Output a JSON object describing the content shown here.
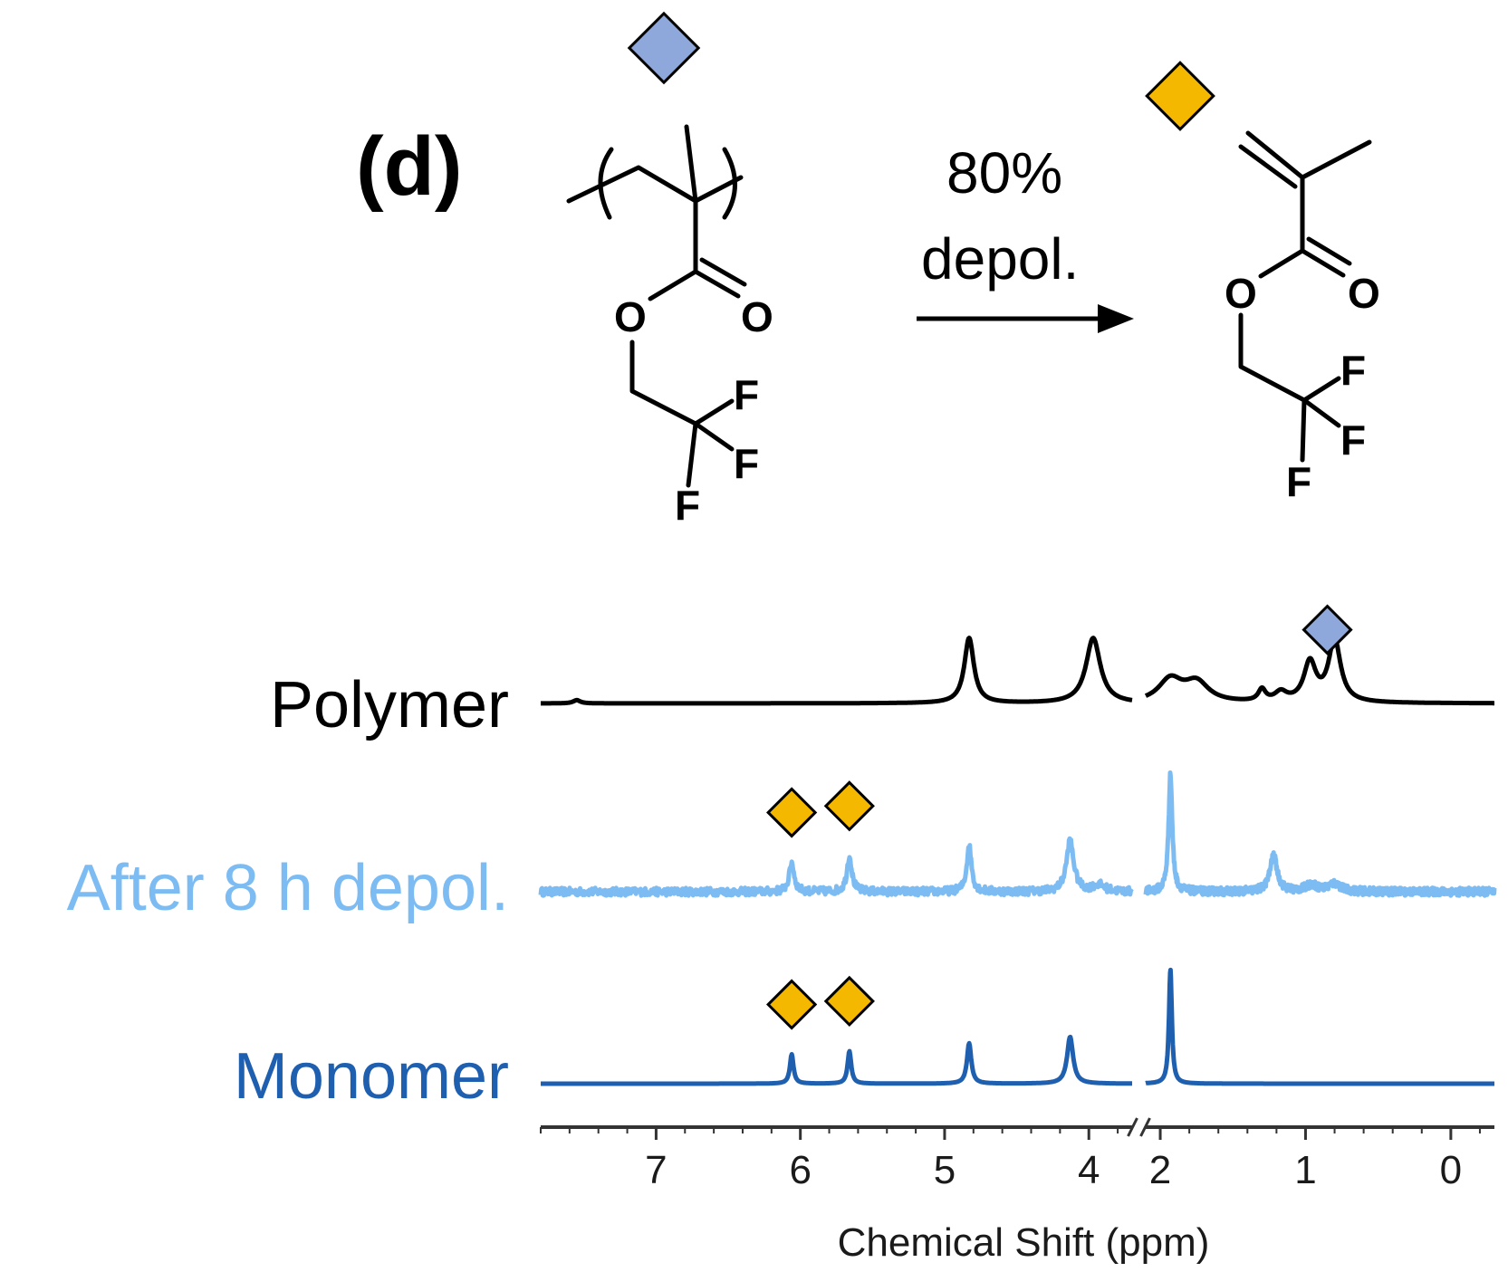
{
  "panel_label": "(d)",
  "scheme": {
    "arrow_text_line1": "80%",
    "arrow_text_line2": "depol.",
    "atom_O": "O",
    "atom_F": "F"
  },
  "colors": {
    "polymer_trace": "#000000",
    "depol_trace": "#7cbcf3",
    "monomer_trace": "#1f5fb0",
    "polymer_marker": "#8fa8dc",
    "monomer_marker": "#f5b800",
    "axis": "#333333"
  },
  "chart_data": {
    "type": "line",
    "title": "",
    "xlabel": "Chemical Shift (ppm)",
    "ylabel": "",
    "x_reversed": true,
    "axis_break": {
      "from": 3.7,
      "to": 2.1
    },
    "x_segments": [
      [
        7.8,
        3.7
      ],
      [
        2.1,
        -0.3
      ]
    ],
    "xticks": [
      7,
      6,
      5,
      4,
      2,
      1,
      0
    ],
    "xtick_labels": [
      "7",
      "6",
      "5",
      "4",
      "2",
      "1",
      "0"
    ],
    "series": [
      {
        "name": "Polymer",
        "color_key": "polymer_trace",
        "peaks": [
          {
            "ppm": 7.55,
            "height": 0.05,
            "width": 0.03
          },
          {
            "ppm": 4.83,
            "height": 1.0,
            "width": 0.04
          },
          {
            "ppm": 3.97,
            "height": 1.0,
            "width": 0.06
          },
          {
            "ppm": 1.93,
            "height": 0.35,
            "width": 0.1
          },
          {
            "ppm": 1.75,
            "height": 0.3,
            "width": 0.1
          },
          {
            "ppm": 1.3,
            "height": 0.18,
            "width": 0.03
          },
          {
            "ppm": 1.17,
            "height": 0.14,
            "width": 0.05
          },
          {
            "ppm": 0.97,
            "height": 0.6,
            "width": 0.05
          },
          {
            "ppm": 0.8,
            "height": 0.95,
            "width": 0.05
          }
        ],
        "markers": [
          {
            "ppm": 0.85,
            "shape": "diamond",
            "color_key": "polymer_marker"
          }
        ]
      },
      {
        "name": "After 8 h depol.",
        "color_key": "depol_trace",
        "noise": true,
        "peaks": [
          {
            "ppm": 6.06,
            "height": 0.45,
            "width": 0.02
          },
          {
            "ppm": 5.66,
            "height": 0.55,
            "width": 0.02
          },
          {
            "ppm": 4.83,
            "height": 0.7,
            "width": 0.02
          },
          {
            "ppm": 4.13,
            "height": 0.78,
            "width": 0.03
          },
          {
            "ppm": 3.93,
            "height": 0.1,
            "width": 0.05
          },
          {
            "ppm": 1.93,
            "height": 1.8,
            "width": 0.015
          },
          {
            "ppm": 1.22,
            "height": 0.55,
            "width": 0.03
          },
          {
            "ppm": 0.96,
            "height": 0.1,
            "width": 0.05
          },
          {
            "ppm": 0.8,
            "height": 0.12,
            "width": 0.05
          }
        ],
        "markers": [
          {
            "ppm": 6.06,
            "shape": "diamond",
            "color_key": "monomer_marker"
          },
          {
            "ppm": 5.66,
            "shape": "diamond",
            "color_key": "monomer_marker"
          }
        ]
      },
      {
        "name": "Monomer",
        "color_key": "monomer_trace",
        "peaks": [
          {
            "ppm": 6.06,
            "height": 0.45,
            "width": 0.015
          },
          {
            "ppm": 5.66,
            "height": 0.5,
            "width": 0.015
          },
          {
            "ppm": 4.83,
            "height": 0.62,
            "width": 0.018
          },
          {
            "ppm": 4.13,
            "height": 0.72,
            "width": 0.025
          },
          {
            "ppm": 1.93,
            "height": 1.75,
            "width": 0.012
          }
        ],
        "markers": [
          {
            "ppm": 6.06,
            "shape": "diamond",
            "color_key": "monomer_marker"
          },
          {
            "ppm": 5.66,
            "shape": "diamond",
            "color_key": "monomer_marker"
          }
        ]
      }
    ]
  }
}
